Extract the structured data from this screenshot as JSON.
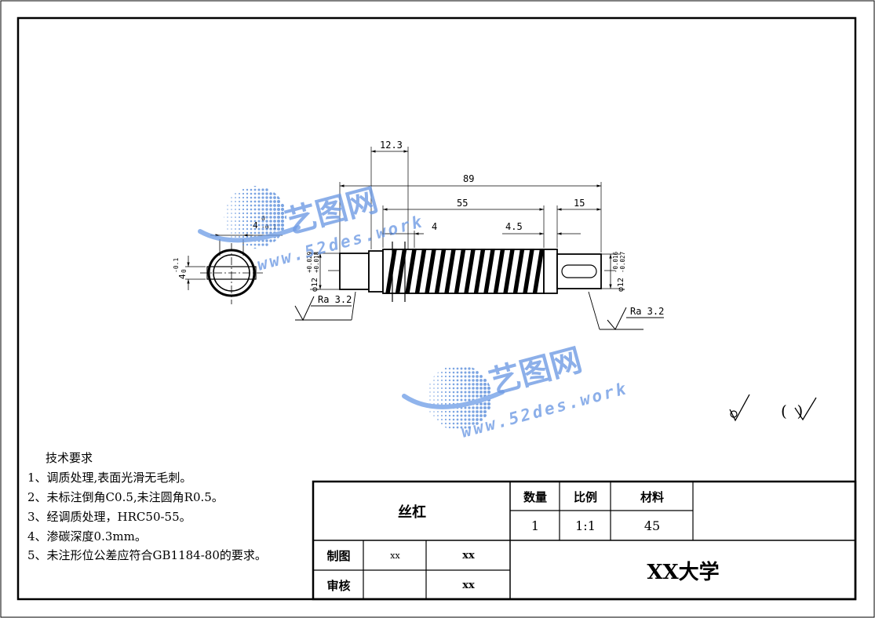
{
  "drawing": {
    "dimensions": {
      "d_12_3": "12.3",
      "d_89": "89",
      "d_55": "55",
      "d_15": "15",
      "d_4": "4",
      "d_4_5": "4.5",
      "keyway_width": "4",
      "keyway_tol_upper": "0",
      "keyway_tol_lower": "-0.1",
      "section_depth": "4",
      "section_tol_upper": "-0.1",
      "section_tol_lower": "0",
      "left_dia": "φ12",
      "left_dia_tol_upper": "+0.029",
      "left_dia_tol_lower": "+0.018",
      "right_dia": "φ12",
      "right_dia_tol_upper": "-0.016",
      "right_dia_tol_lower": "-0.027",
      "ra_left": "Ra 3.2",
      "ra_right": "Ra 3.2"
    },
    "surface_symbol_general": "(  )"
  },
  "watermark": {
    "brand_cn": "艺图网",
    "url": "www.52des.work",
    "color": "#4f86d9"
  },
  "tech_requirements": {
    "title": "技术要求",
    "items": [
      "1、调质处理,表面光滑无毛刺。",
      "2、未标注倒角C0.5,未注圆角R0.5。",
      "3、经调质处理，HRC50-55。",
      "4、渗碳深度0.3mm。",
      "5、未注形位公差应符合GB1184-80的要求。"
    ]
  },
  "title_block": {
    "part_name": "丝杠",
    "qty_label": "数量",
    "scale_label": "比例",
    "material_label": "材料",
    "qty_value": "1",
    "scale_value": "1:1",
    "material_value": "45",
    "drawn_label": "制图",
    "drawn_name": "xx",
    "drawn_date": "xx",
    "checked_label": "审核",
    "checked_date": "xx",
    "organization": "XX大学"
  }
}
